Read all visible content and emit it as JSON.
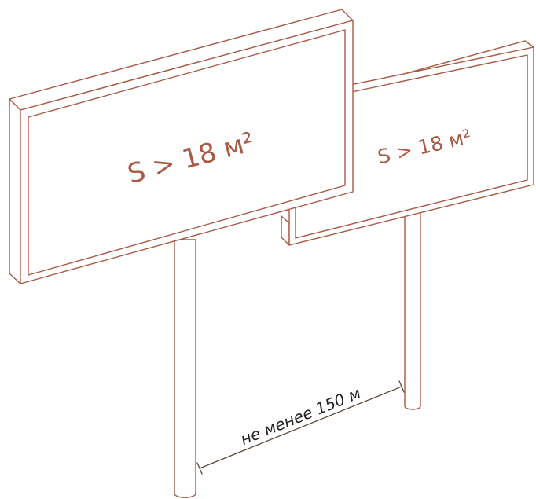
{
  "colors": {
    "outline": "#a85a45",
    "dimension": "#5a4a3a",
    "label": "#222222"
  },
  "billboards": [
    {
      "area_label": "S > 18 м²"
    },
    {
      "area_label": "S > 18 м²"
    }
  ],
  "distance_label": "не менее 150 м"
}
